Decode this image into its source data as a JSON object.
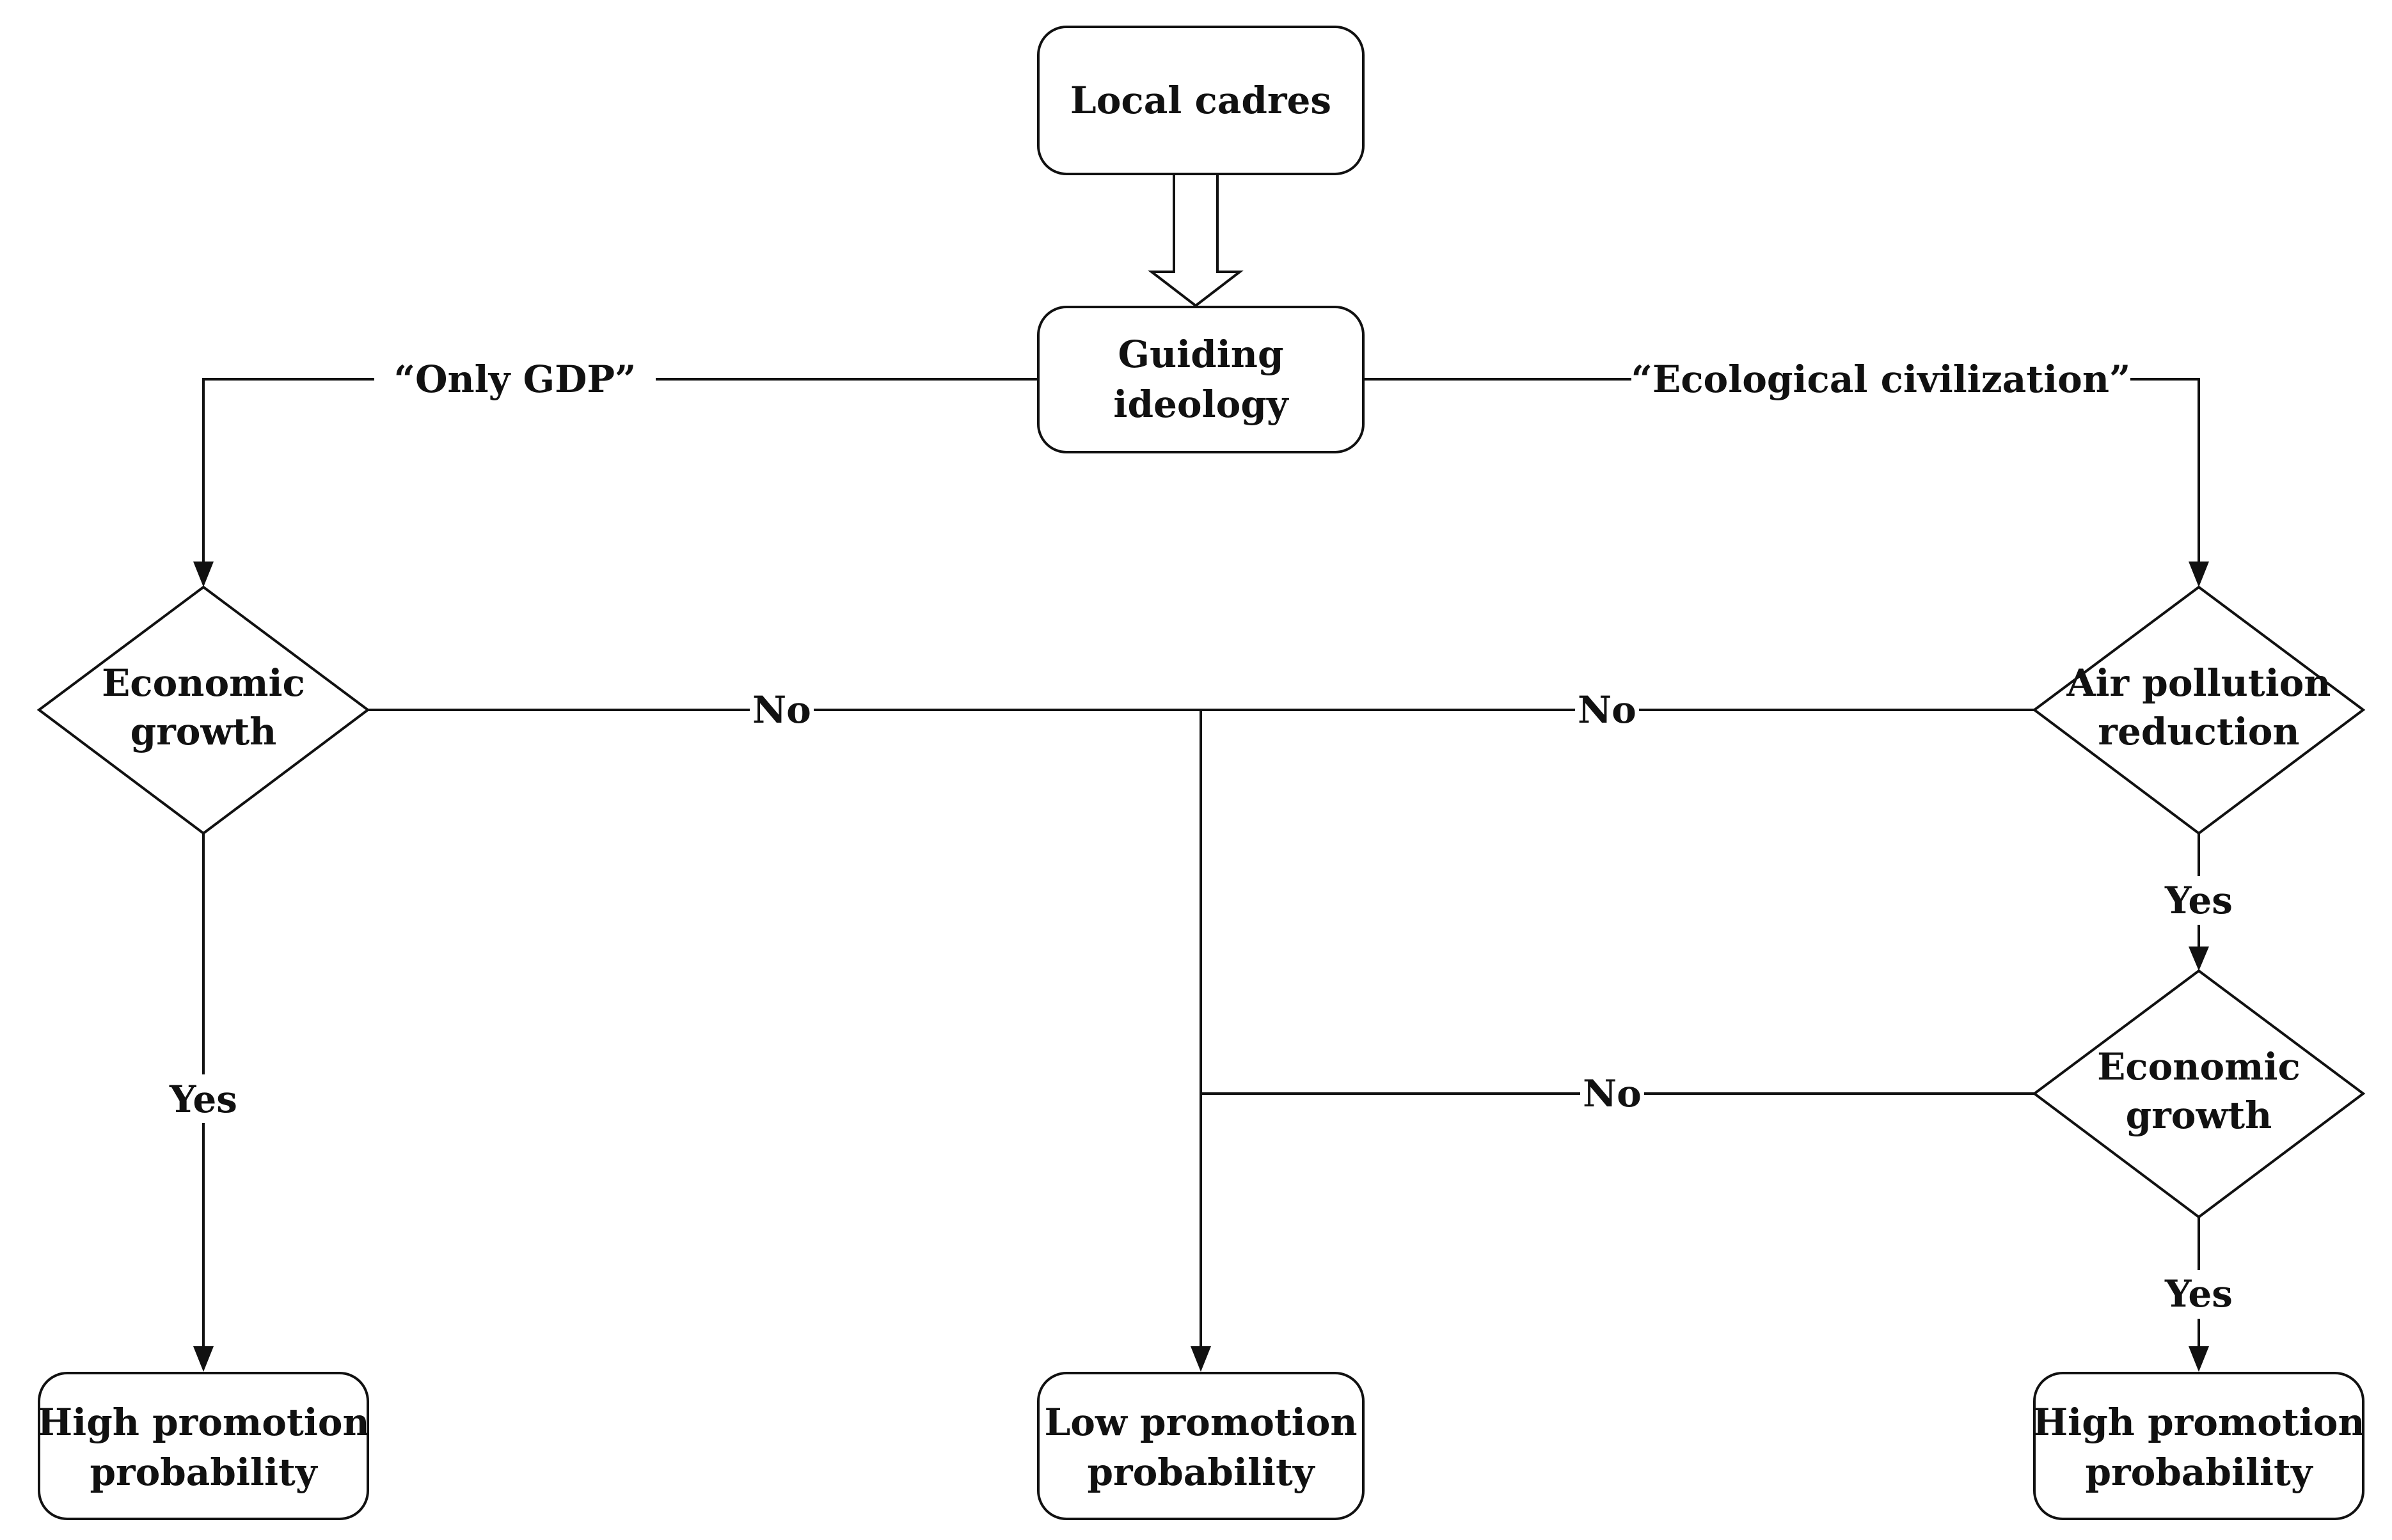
{
  "nodes": {
    "local_cadres": "Local cadres",
    "guiding_ideology": [
      "Guiding",
      "ideology"
    ],
    "economic_growth_left": [
      "Economic",
      "growth"
    ],
    "air_pollution_reduction": [
      "Air pollution",
      "reduction"
    ],
    "economic_growth_right": [
      "Economic",
      "growth"
    ],
    "high_promotion_left": [
      "High promotion",
      "probability"
    ],
    "low_promotion": [
      "Low promotion",
      "probability"
    ],
    "high_promotion_right": [
      "High promotion",
      "probability"
    ]
  },
  "edges": {
    "only_gdp": "“Only GDP”",
    "ecological_civilization": "“Ecological civilization”",
    "no_left": "No",
    "no_right_top": "No",
    "no_right_middle": "No",
    "yes_left": "Yes",
    "yes_right_top": "Yes",
    "yes_right_bottom": "Yes"
  }
}
